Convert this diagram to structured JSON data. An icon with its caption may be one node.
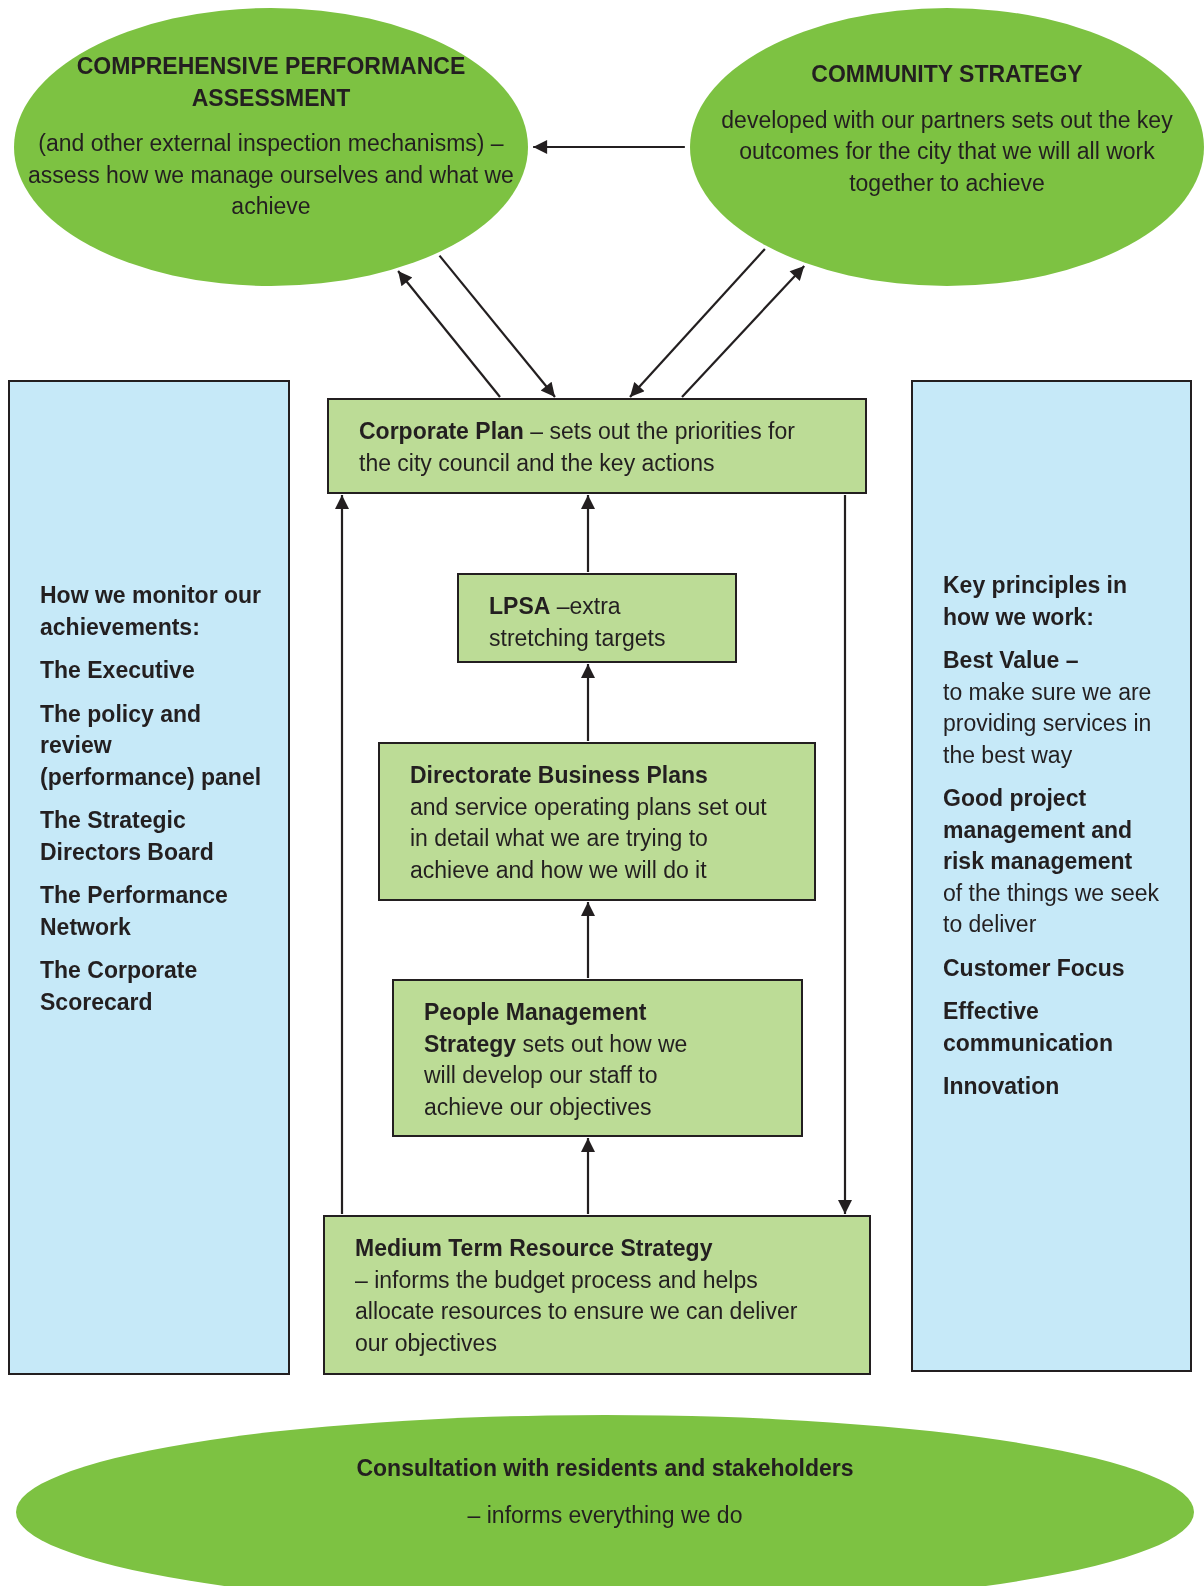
{
  "diagram": {
    "nodes": [
      {
        "text": [
          "COMPREHENSIVE PERFORMANCE ASSESSMENT",
          "(and other external inspection mechanisms) – assess how we manage ourselves and what we achieve"
        ]
      },
      {
        "text": [
          "COMMUNITY STRATEGY",
          "developed with our partners sets out the key outcomes for the city that we will all work together to achieve"
        ]
      },
      {
        "text": [
          "How we monitor our achievements:",
          "The Executive",
          "The policy and review (performance) panel",
          "The Strategic Directors Board",
          "The Performance Network",
          "The Corporate Scorecard"
        ]
      },
      {
        "text": [
          "**Corporate Plan** – sets out the priorities for the city council and the key actions"
        ]
      },
      {
        "text": [
          "**LPSA** –extra stretching targets"
        ]
      },
      {
        "text": [
          "Directorate Business Plans",
          "and service operating plans set out in detail what we are trying to achieve and how we will do it"
        ]
      },
      {
        "text": [
          "**People Management Strategy** sets out how we will develop our staff to achieve our objectives"
        ]
      },
      {
        "text": [
          "Medium Term Resource Strategy",
          "– informs the budget process and helps allocate resources to ensure we can deliver our objectives"
        ]
      },
      {
        "text": [
          "Key principles in how we work:",
          "**Best Value –** to make sure we are providing services in the best way",
          "**Good project management and risk management** of the things we seek to deliver",
          "Customer Focus",
          "Effective communication",
          "Innovation"
        ]
      },
      {
        "text": [
          "Consultation with residents and stakeholders",
          "– informs everything we do"
        ]
      }
    ],
    "edges": [
      {
        "from": 1,
        "to": 0,
        "arrow": "to"
      },
      {
        "from": 3,
        "to": 0,
        "arrow": "to"
      },
      {
        "from": 0,
        "to": 3,
        "arrow": "to"
      },
      {
        "from": 1,
        "to": 3,
        "arrow": "to"
      },
      {
        "from": 3,
        "to": 1,
        "arrow": "to"
      },
      {
        "from": 4,
        "to": 3,
        "arrow": "to"
      },
      {
        "from": 5,
        "to": 4,
        "arrow": "to"
      },
      {
        "from": 6,
        "to": 5,
        "arrow": "to"
      },
      {
        "from": 7,
        "to": 6,
        "arrow": "to"
      },
      {
        "from": 7,
        "to": 3,
        "arrow": "to"
      },
      {
        "from": 3,
        "to": 7,
        "arrow": "to"
      }
    ]
  }
}
